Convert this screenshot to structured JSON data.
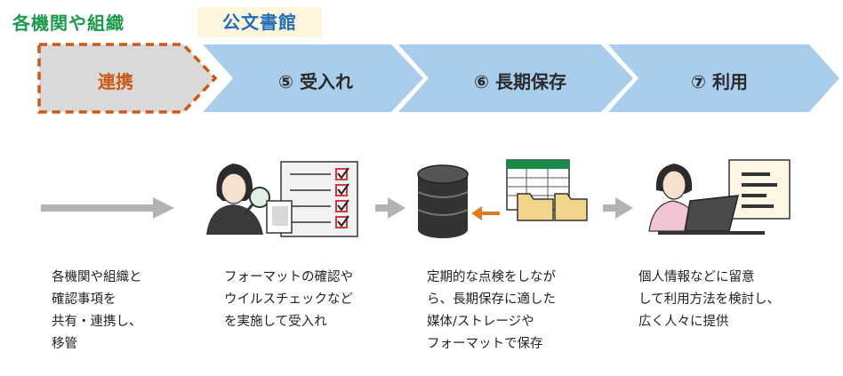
{
  "header": {
    "left_title": "各機関や組織",
    "right_title": "公文書館"
  },
  "stages": [
    {
      "label": "連携"
    },
    {
      "label": "⑤ 受入れ"
    },
    {
      "label": "⑥ 長期保存"
    },
    {
      "label": "⑦ 利用"
    }
  ],
  "descriptions": [
    {
      "text": "各機関や組織と\n確認事項を\n共有・連携し、\n移管"
    },
    {
      "text": "フォーマットの確認や\nウイルスチェックなど\nを実施して受入れ"
    },
    {
      "text": "定期的な点検をしなが\nら、長期保存に適した\n媒体/ストレージや\nフォーマットで保存"
    },
    {
      "text": "個人情報などに留意\nして利用方法を検討し、\n広く人々に提供"
    }
  ],
  "colors": {
    "green_title": "#1a9a4a",
    "blue_title": "#1e6fb8",
    "blue_title_bg": "#fdf6dc",
    "chevron_blue": "#a9cdec",
    "chevron_gray": "#d9d9d9",
    "dashed_orange": "#cc5a14",
    "flow_arrow_gray": "#b3b3b3"
  }
}
